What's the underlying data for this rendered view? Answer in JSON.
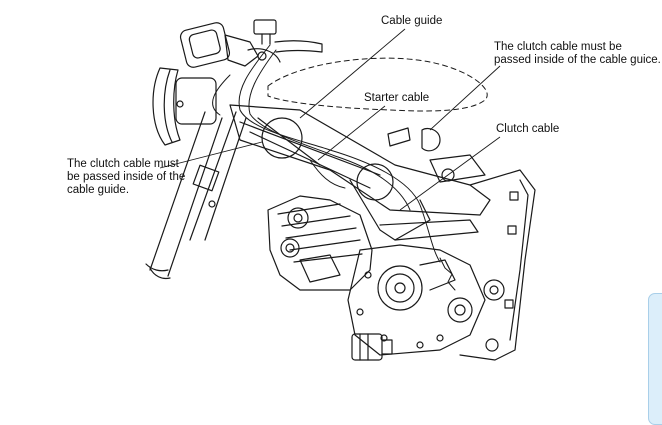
{
  "labels": {
    "cable_guide": "Cable guide",
    "clutch_right_line1": "The clutch cable must be",
    "clutch_right_line2": "passed inside of the cable guice.",
    "starter_cable": "Starter cable",
    "clutch_cable": "Clutch cable",
    "clutch_left_line1": "The clutch cable must",
    "clutch_left_line2": "be passed inside of the",
    "clutch_left_line3": "cable guide."
  },
  "colors": {
    "line_art": "#1a1a1a",
    "side_tab": "#dceefa"
  }
}
